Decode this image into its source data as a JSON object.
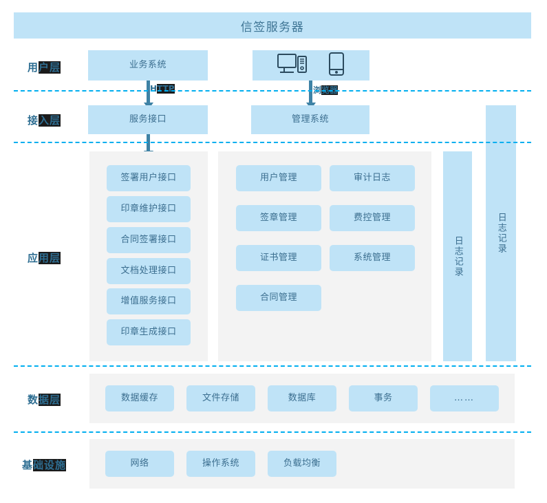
{
  "header": {
    "title": "信签服务器"
  },
  "layers": [
    {
      "id": "user",
      "label_prefix": "用",
      "label_highlight": "户层",
      "label_full": "用户层"
    },
    {
      "id": "access",
      "label_prefix": "接",
      "label_highlight": "入层",
      "label_full": "接入层"
    },
    {
      "id": "app",
      "label_prefix": "应",
      "label_highlight": "用层",
      "label_full": "应用层"
    },
    {
      "id": "data",
      "label_prefix": "数",
      "label_highlight": "据层",
      "label_full": "数据层"
    },
    {
      "id": "infra",
      "label_prefix": "基",
      "label_highlight": "础设施",
      "label_full": "基础设施"
    }
  ],
  "user_layer": {
    "business_system": "业务系统",
    "devices": [
      {
        "name": "desktop-computer-icon"
      },
      {
        "name": "mobile-phone-icon"
      }
    ]
  },
  "edges": [
    {
      "id": "http",
      "prefix": "H",
      "highlight": "TTP",
      "full": "HTTP"
    },
    {
      "id": "browser",
      "prefix": "浏",
      "highlight": "览器",
      "full": "浏览器"
    }
  ],
  "access_layer": {
    "service_interface": "服务接口",
    "management_system": "管理系统"
  },
  "app_layer": {
    "interfaces": [
      "签署用户接口",
      "印章维护接口",
      "合同签署接口",
      "文档处理接口",
      "增值服务接口",
      "印章生成接口"
    ],
    "modules": [
      "用户管理",
      "审计日志",
      "签章管理",
      "费控管理",
      "证书管理",
      "系统管理",
      "合同管理"
    ],
    "log_inner": "日志记录",
    "log_outer": "日志记录"
  },
  "data_layer": {
    "items": [
      "数据缓存",
      "文件存储",
      "数据库",
      "事务",
      "……"
    ]
  },
  "infra_layer": {
    "items": [
      "网络",
      "操作系统",
      "负载均衡"
    ]
  },
  "colors": {
    "node_fill": "#bfe3f7",
    "node_text": "#3b6e8f",
    "panel_bg": "#f3f3f3",
    "divider": "#00aeef",
    "arrow": "#3e82a5",
    "label_text": "#2e6e92",
    "highlight_bg": "#1b1b1b",
    "page_bg": "#ffffff"
  }
}
